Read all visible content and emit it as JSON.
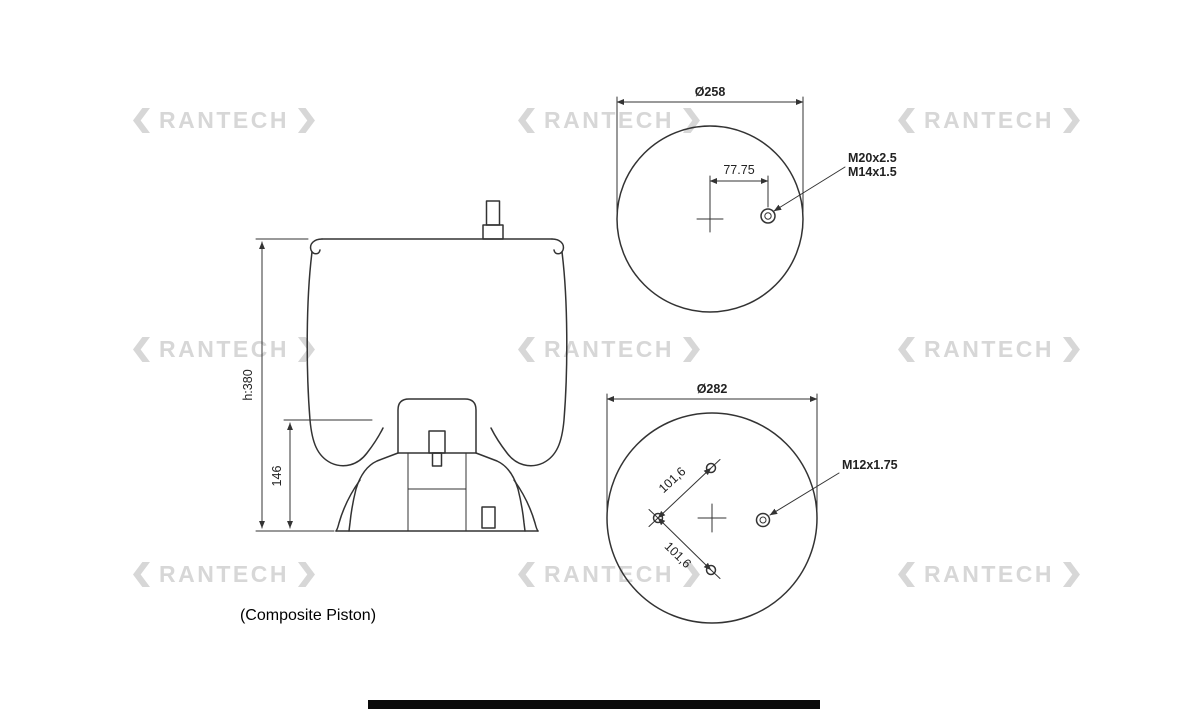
{
  "watermark": {
    "text": "RANTECH"
  },
  "caption": "(Composite Piston)",
  "side_view": {
    "overall_height": "h:380",
    "piston_height": "146"
  },
  "top_view": {
    "diameter": "Ø258",
    "port_offset": "77.75",
    "thread_top": "M20x2.5",
    "thread_bottom": "M14x1.5"
  },
  "bottom_view": {
    "diameter": "Ø282",
    "hole_spacing_upper": "101,6",
    "hole_spacing_lower": "101,6",
    "thread": "M12x1.75"
  }
}
